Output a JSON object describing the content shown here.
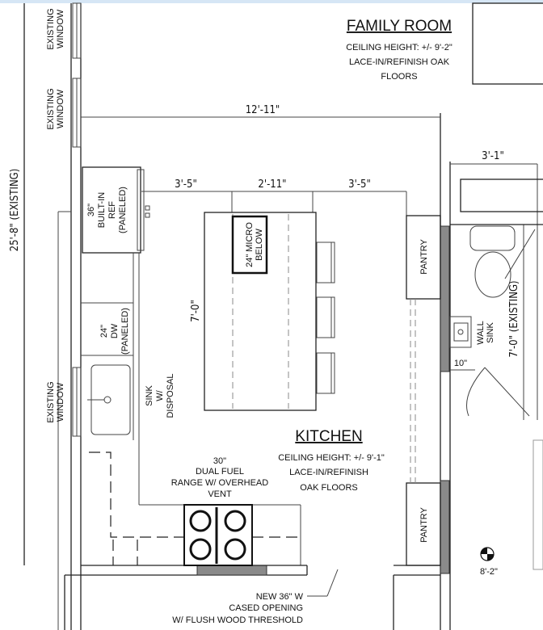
{
  "rooms": {
    "family_room": {
      "title": "FAMILY ROOM",
      "ceiling": "CEILING HEIGHT: +/- 9'-2\"",
      "floor_line1": "LACE-IN/REFINISH OAK",
      "floor_line2": "FLOORS"
    },
    "kitchen": {
      "title": "KITCHEN",
      "ceiling": "CEILING HEIGHT: +/- 9'-1\"",
      "floor_line1": "LACE-IN/REFINISH",
      "floor_line2": "OAK FLOORS"
    }
  },
  "dimensions": {
    "overall_height": "25'-8\"  (EXISTING)",
    "kitchen_width": "12'-11\"",
    "left_aisle": "3'-5\"",
    "island_width": "2'-11\"",
    "right_aisle": "3'-5\"",
    "island_length": "7'-0\"",
    "bath_width": "3'-1\"",
    "bath_length": "7'-0\"  (EXISTING)",
    "sink_depth": "10\"",
    "floor_elevation": "8'-2\""
  },
  "labels": {
    "window1": [
      "EXISTING",
      "WINDOW"
    ],
    "window2": [
      "EXISTING",
      "WINDOW"
    ],
    "window3": [
      "EXISTING",
      "WINDOW"
    ],
    "fridge": [
      "36\"",
      "BUILT-IN",
      "REF",
      "(PANELED)"
    ],
    "micro": [
      "24\" MICRO",
      "BELOW"
    ],
    "dishwasher": [
      "24\"",
      "DW",
      "(PANELED)"
    ],
    "sink": [
      "SINK",
      "W/",
      "DISPOSAL"
    ],
    "range": [
      "30\"",
      "DUAL FUEL",
      "RANGE W/ OVERHEAD",
      "VENT"
    ],
    "pantry_top": "PANTRY",
    "pantry_bottom": "PANTRY",
    "wall_sink": [
      "WALL",
      "SINK"
    ],
    "opening_note": [
      "NEW 36\" W",
      "CASED OPENING",
      "W/ FLUSH WOOD THRESHOLD"
    ]
  }
}
